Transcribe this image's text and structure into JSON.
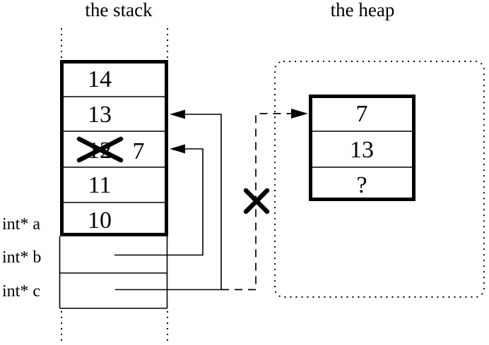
{
  "stack": {
    "title": "the stack",
    "cells": [
      {
        "value": "14"
      },
      {
        "value": "13"
      },
      {
        "value": "12",
        "crossed_out": true,
        "new_value": "7"
      },
      {
        "value": "11"
      },
      {
        "value": "10"
      }
    ],
    "pointer_vars": [
      {
        "label": "int* a"
      },
      {
        "label": "int* b"
      },
      {
        "label": "int* c"
      }
    ]
  },
  "heap": {
    "title": "the heap",
    "cells": [
      {
        "value": "7"
      },
      {
        "value": "13"
      },
      {
        "value": "?"
      }
    ]
  },
  "pointers": {
    "b_solid_arrow_target": "stack cell containing crossed-out 12 / new 7",
    "c_solid_arrow_target": "stack cell containing 13",
    "dashed_arrow_target": "heap cell containing 7",
    "dashed_arrow_crossed_out": true
  },
  "colors": {
    "ink": "#000000",
    "background": "#ffffff"
  }
}
